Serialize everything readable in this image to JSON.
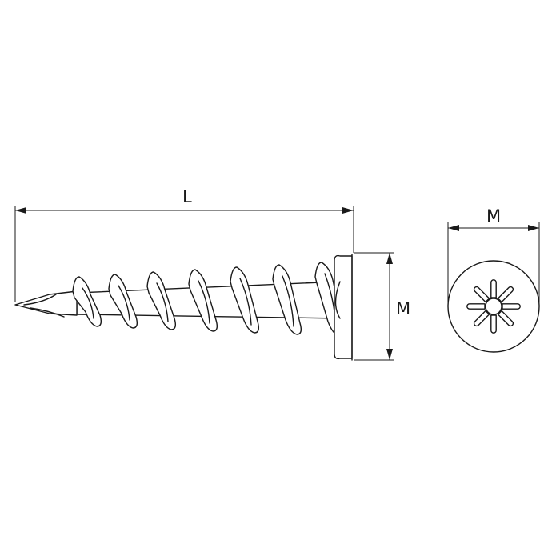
{
  "dimensions": {
    "length_label": "L",
    "head_diameter_label_side": "M",
    "head_diameter_label_top": "M"
  },
  "colors": {
    "line": "#1a1a1a",
    "background": "#ffffff"
  },
  "views": [
    "side-view",
    "head-top-view"
  ],
  "head_recess": {
    "type": "star-pattern",
    "spoke_count": 8
  }
}
